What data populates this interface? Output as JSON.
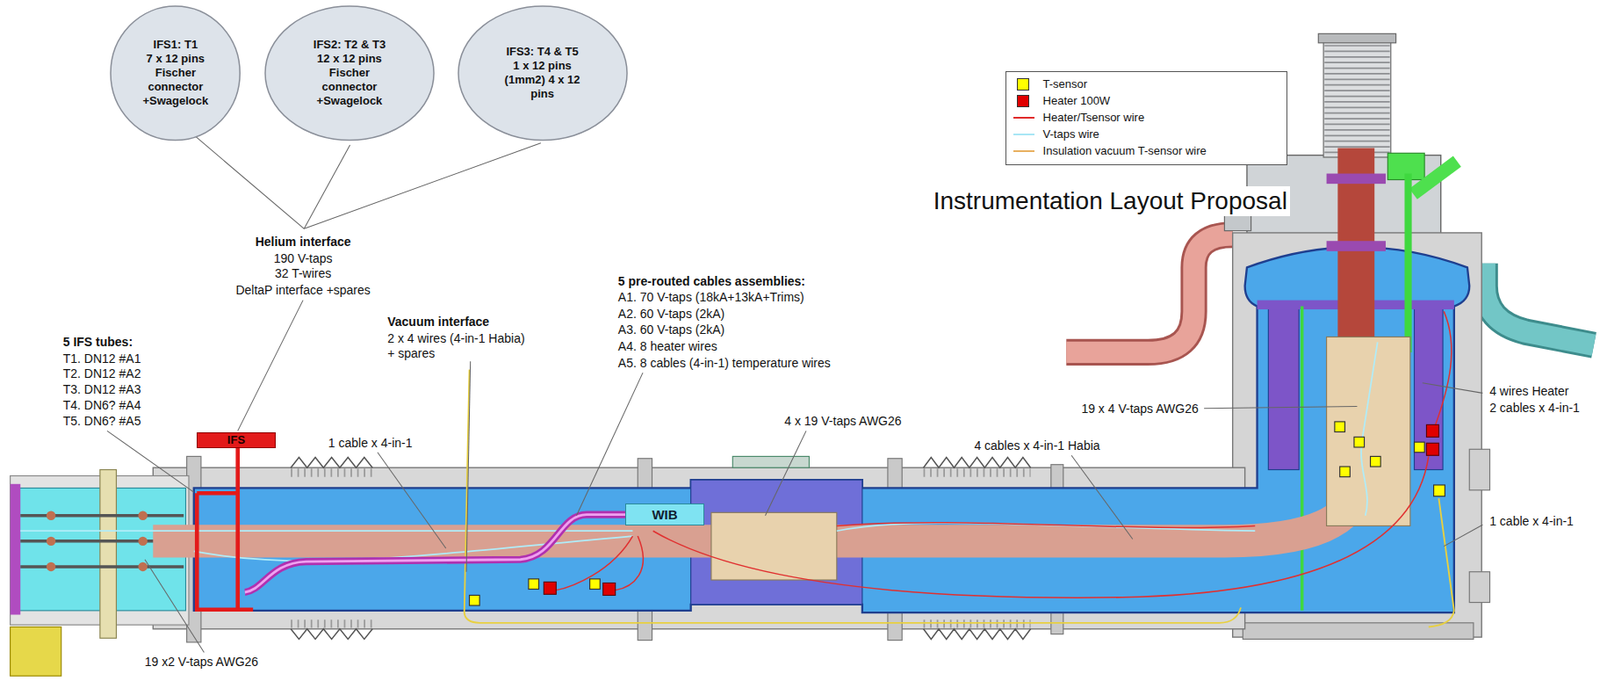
{
  "diagram": {
    "title": "Instrumentation Layout Proposal",
    "nodes": [
      {
        "text": [
          "IFS1: T1",
          "7 x 12 pins Fischer connector +Swagelock"
        ]
      },
      {
        "text": [
          "IFS2: T2 & T3",
          "12 x 12 pins Fischer connector +Swagelock"
        ]
      },
      {
        "text": [
          "IFS3: T4 & T5",
          "1 x 12 pins (1mm2) 4 x 12 pins"
        ]
      },
      {
        "text": [
          "IFS"
        ]
      },
      {
        "text": [
          "WIB"
        ]
      }
    ],
    "labels": [
      "Helium interface",
      "190 V-taps",
      "32 T-wires",
      "DeltaP interface +spares",
      "5 IFS tubes:",
      "T1. DN12 #A1",
      "T2. DN12 #A2",
      "T3. DN12 #A3",
      "T4. DN6? #A4",
      "T5. DN6? #A5",
      "Vacuum interface",
      "2 x 4 wires (4-in-1 Habia)",
      "+ spares",
      "5 pre-routed cables assemblies:",
      "A1. 70 V-taps (18kA+13kA+Trims)",
      "A2. 60 V-taps (2kA)",
      "A3. 60 V-taps (2kA)",
      "A4. 8 heater wires",
      "A5. 8 cables (4-in-1) temperature wires",
      "1 cable x 4-in-1",
      "4 x 19 V-taps AWG26",
      "4 cables x 4-in-1 Habia",
      "19 x 4 V-taps AWG26",
      "4 wires Heater",
      "2 cables x 4-in-1",
      "1 cable x 4-in-1",
      "19 x2 V-taps AWG26"
    ],
    "legend": [
      {
        "text": "T-sensor",
        "color": "#ffff00"
      },
      {
        "text": "Heater 100W",
        "color": "#e00000"
      },
      {
        "text": "Heater/Tsensor wire"
      },
      {
        "text": "V-taps wire"
      },
      {
        "text": "Insulation vacuum T-sensor wire"
      }
    ]
  }
}
